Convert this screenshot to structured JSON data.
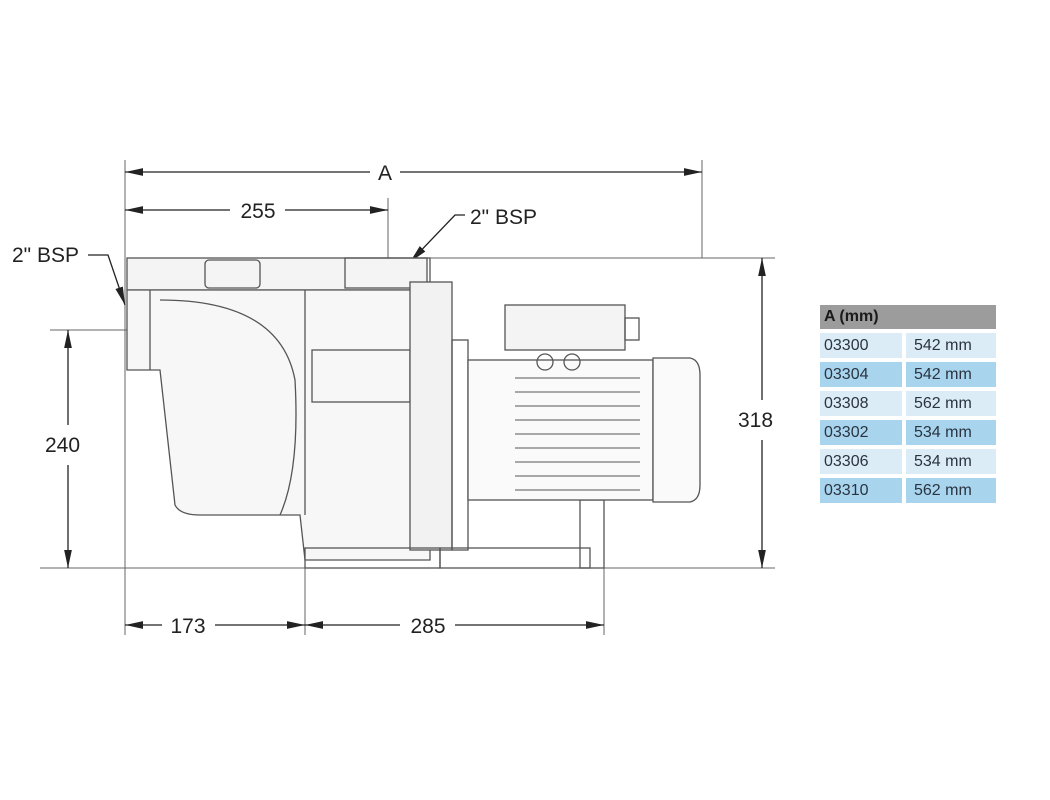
{
  "dimensions": {
    "overall_length": "A",
    "inlet_offset": "255",
    "outlet_label": "2\" BSP",
    "inlet_label": "2\" BSP",
    "total_height": "318",
    "inlet_height": "240",
    "foot_left": "173",
    "foot_span": "285"
  },
  "table": {
    "header": "A (mm)",
    "rows": [
      {
        "model": "03300",
        "value": "542 mm"
      },
      {
        "model": "03304",
        "value": "542 mm"
      },
      {
        "model": "03308",
        "value": "562 mm"
      },
      {
        "model": "03302",
        "value": "534 mm"
      },
      {
        "model": "03306",
        "value": "534 mm"
      },
      {
        "model": "03310",
        "value": "562 mm"
      }
    ]
  },
  "colors": {
    "header": "#9c9c9c",
    "row_light": "#dcecf6",
    "row_dark": "#a8d4ee"
  }
}
